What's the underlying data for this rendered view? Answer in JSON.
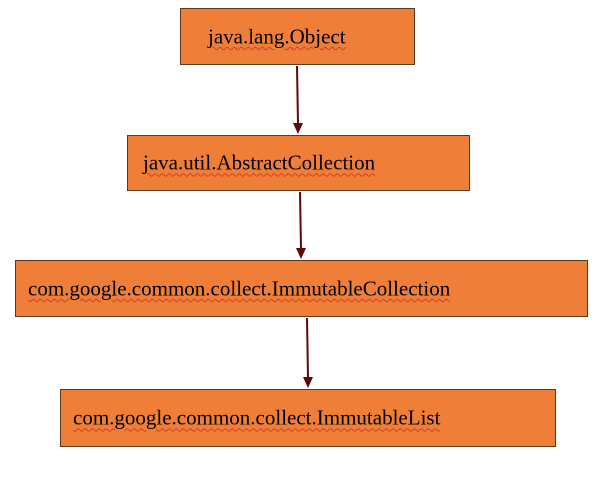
{
  "diagram": {
    "nodes": [
      {
        "id": "object",
        "label": "java.lang.Object"
      },
      {
        "id": "abstract_collection",
        "label": "java.util.AbstractCollection"
      },
      {
        "id": "immutable_collection",
        "label": "com.google.common.collect.ImmutableCollection"
      },
      {
        "id": "immutable_list",
        "label": "com.google.common.collect.ImmutableList"
      }
    ],
    "edges": [
      {
        "from": "object",
        "to": "abstract_collection"
      },
      {
        "from": "abstract_collection",
        "to": "immutable_collection"
      },
      {
        "from": "immutable_collection",
        "to": "immutable_list"
      }
    ],
    "colors": {
      "box_fill": "#ef7f38",
      "box_border": "#5a3a1e",
      "arrow": "#5c0a0a",
      "spellcheck_underline": "#d83a2a"
    }
  }
}
